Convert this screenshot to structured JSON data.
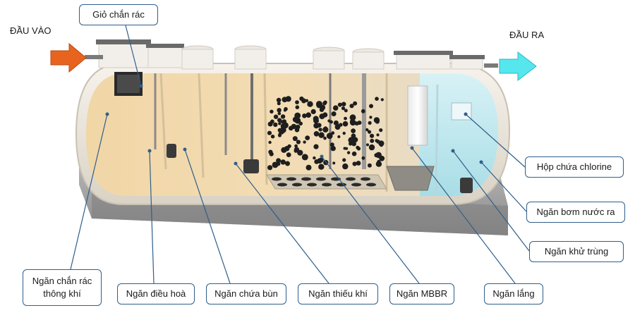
{
  "inlet_label": "ĐẦU VÀO",
  "outlet_label": "ĐẦU RA",
  "labels": {
    "trash_basket": "Giỏ chắn rác",
    "chlorine_box": "Hộp chứa chlorine",
    "outlet_pump": "Ngăn bơm nước ra",
    "disinfection": "Ngăn khử trùng",
    "screen_vent": "Ngăn chắn rác\nthông khí",
    "equalization": "Ngăn điều hoà",
    "sludge": "Ngăn chứa bùn",
    "anoxic": "Ngăn thiếu khí",
    "mbbr": "Ngăn MBBR",
    "settling": "Ngăn lắng"
  },
  "colors": {
    "inlet_arrow": "#e8641e",
    "outlet_arrow": "#55e6ee",
    "leader_line": "#2f5f8a",
    "tank_liquid": "#f2d7a8",
    "ground": "#9c9c9c"
  }
}
